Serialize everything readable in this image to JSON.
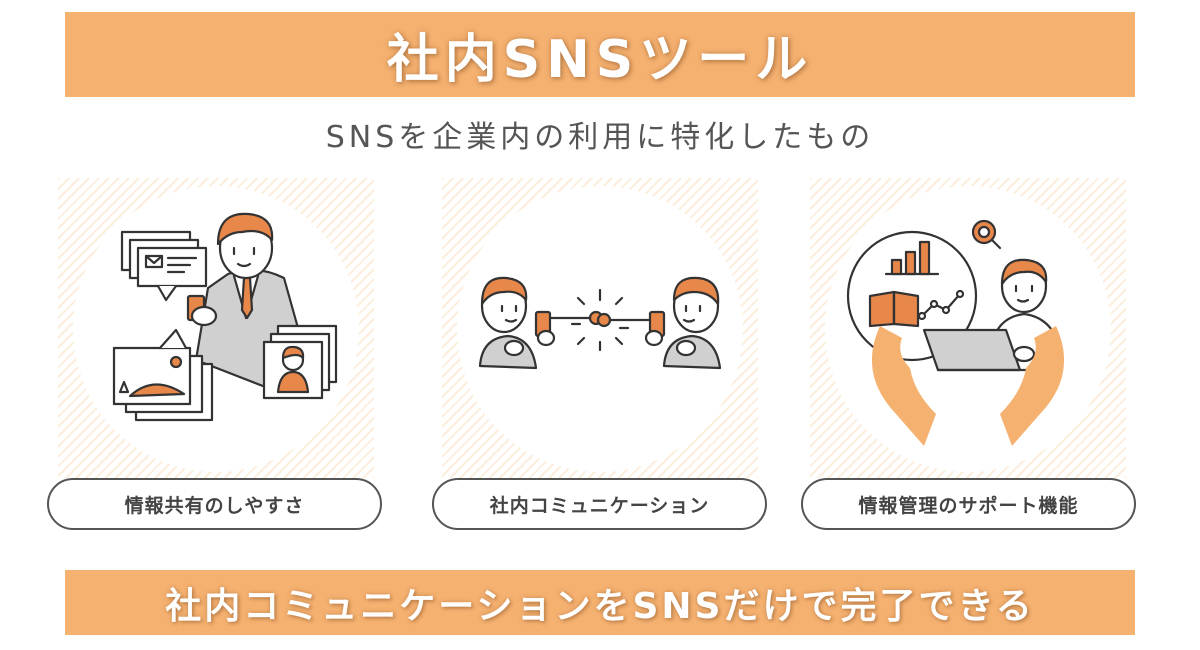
{
  "header": {
    "title": "社内SNSツール",
    "subtitle": "SNSを企業内の利用に特化したもの"
  },
  "features": [
    {
      "label": "情報共有のしやすさ",
      "icon": "info-sharing-illustration"
    },
    {
      "label": "社内コミュニケーション",
      "icon": "communication-illustration"
    },
    {
      "label": "情報管理のサポート機能",
      "icon": "info-management-illustration"
    }
  ],
  "footer": {
    "banner": "社内コミュニケーションをSNSだけで完了できる"
  },
  "colors": {
    "accent": "#f5b170",
    "orange": "#e8874a",
    "line": "#333333",
    "gray": "#d0d0d0",
    "panel_stripe": "#fbeedd"
  }
}
